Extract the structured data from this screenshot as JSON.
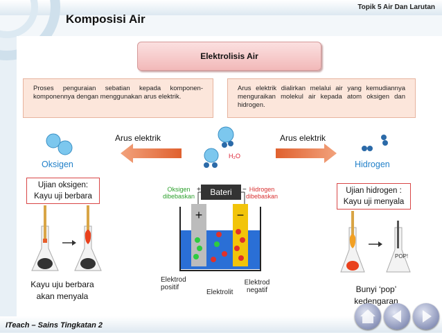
{
  "header": {
    "topic": "Topik 5 Air Dan Larutan",
    "title": "Komposisi Air"
  },
  "banner": {
    "label": "Elektrolisis Air"
  },
  "left_box": "Proses penguraian sebatian kepada komponen-komponennya dengan menggunakan arus elektrik.",
  "right_box": "Arus elektrik dialirkan melalui air yang kemudiannya menguraikan molekul air kepada atom oksigen dan hidrogen.",
  "arrows": {
    "left_label": "Arus elektrik",
    "right_label": "Arus elektrik"
  },
  "molecule": {
    "formula": "H₂O"
  },
  "oxygen": {
    "label": "Oksigen",
    "test": "Ujian oksigen: Kayu uji berbara",
    "result": "Kayu uju berbara akan menyala"
  },
  "hydrogen": {
    "label": "Hidrogen",
    "test": "Ujian hidrogen : Kayu uji menyala",
    "result": "Bunyi ‘pop’ kedengaran",
    "pop": "POP!"
  },
  "apparatus": {
    "battery": "Bateri",
    "plus": "+",
    "minus": "−",
    "oxygen_released": "Oksigen dibebaskan",
    "hydrogen_released": "Hidrogen dibebaskan",
    "anode": "Elektrod positif",
    "electrolyte": "Elektrolit",
    "cathode": "Elektrod negatif"
  },
  "footer": {
    "text": "ITeach – Sains Tingkatan 2"
  },
  "nav": {
    "home": "home-icon",
    "back": "back-icon",
    "next": "next-icon"
  },
  "colors": {
    "banner": "#f2b9b9",
    "box": "#fce6db",
    "label_blue": "#2180c9",
    "arrow": "#e8734a",
    "water": "#2a6fd6"
  }
}
